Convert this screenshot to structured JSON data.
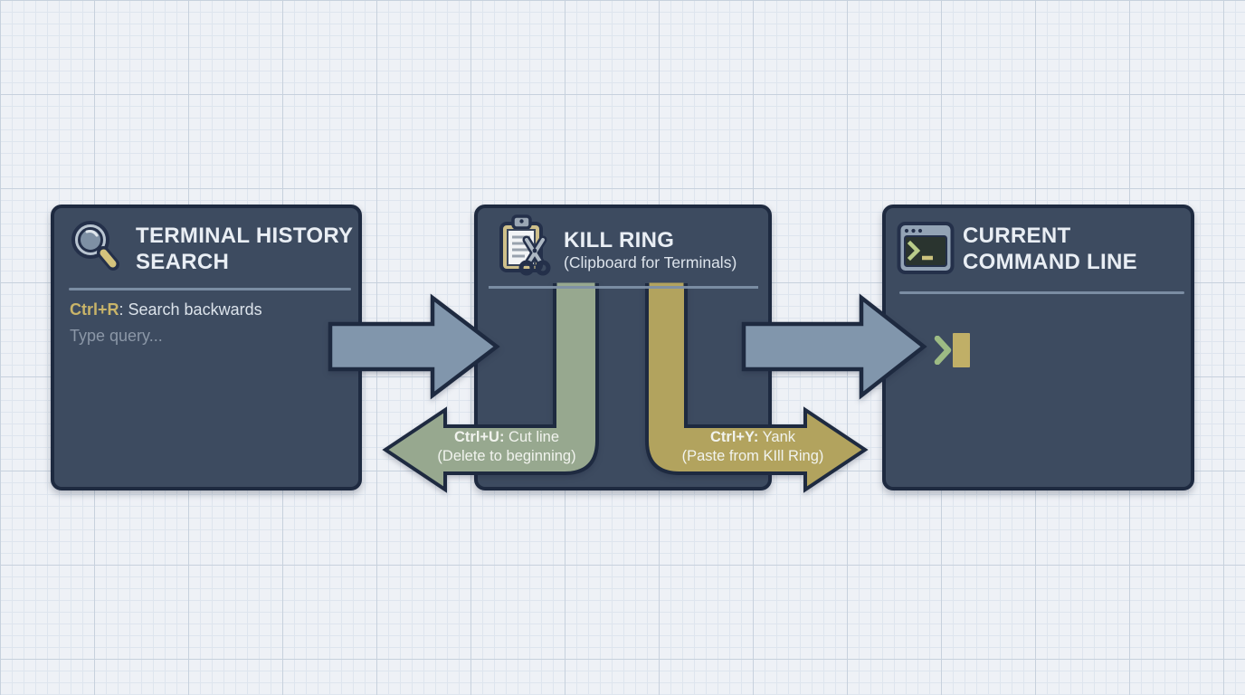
{
  "diagram": {
    "boxes": [
      {
        "name": "terminal-history-search",
        "icon": "search-icon",
        "title_line1": "TERMINAL HISTORY",
        "title_line2": "SEARCH",
        "shortcut_key": "Ctrl+R",
        "shortcut_desc": ": Search backwards",
        "placeholder": "Type query..."
      },
      {
        "name": "kill-ring",
        "icon": "clipboard-scissors-icon",
        "title_line1": "KILL RING",
        "subtitle": "(Clipboard for Terminals)"
      },
      {
        "name": "current-command-line",
        "icon": "terminal-window-icon",
        "title_line1": "CURRENT",
        "title_line2": "COMMAND LINE",
        "prompt_symbol": "❯"
      }
    ],
    "arrows": {
      "flow1": {
        "name": "history-to-killring-arrow",
        "direction": "right"
      },
      "flow2": {
        "name": "killring-to-command-arrow",
        "direction": "right"
      },
      "cut": {
        "direction": "left",
        "key": "Ctrl+U:",
        "text": " Cut line",
        "line2": "(Delete to beginning)"
      },
      "yank": {
        "direction": "right",
        "key": "Ctrl+Y:",
        "text": " Yank",
        "line2": "(Paste from KIll Ring)"
      }
    },
    "colors": {
      "bg": "#eef1f6",
      "grid-minor": "#dee5ee",
      "grid-major": "#c7d1dd",
      "box-bg": "#3d4b60",
      "box-border": "#1e2a40",
      "title-text": "#e9eef4",
      "subtitle-text": "#dde4ec",
      "muted-text": "#8b97a7",
      "body-text": "#dce3eb",
      "accent-gold": "#c9b469",
      "divider": "#7e90a6",
      "arrow-blue": "#8196ac",
      "arrow-green": "#97a88f",
      "arrow-gold": "#b2a35e",
      "arrow-label-text": "#f1f3ee",
      "prompt-green": "#9dbb84",
      "cursor-gold": "#c0af67"
    }
  }
}
